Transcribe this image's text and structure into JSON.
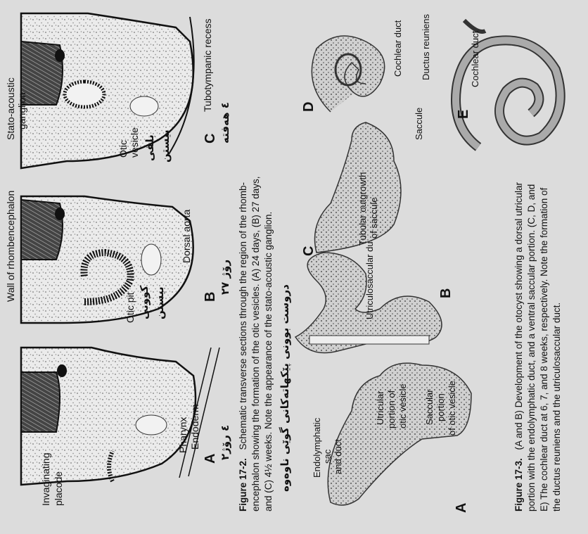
{
  "figure_17_2": {
    "panel_A": {
      "letter": "A",
      "labels": {
        "invaginating": "Invaginating",
        "placode": "placode",
        "pharynx": "Pharynx",
        "endoderm": "Endoderm"
      },
      "note": "۲٤ رۆژ"
    },
    "panel_B": {
      "letter": "B",
      "labels": {
        "wall": "Wall of rhombencephalon",
        "otic_pit": "Otic pit",
        "dorsal_aorta": "Dorsal aorta"
      },
      "kurdish_1": "كوونى",
      "kurdish_2": "بيستن",
      "note": "۲۷ رۆژ"
    },
    "panel_C": {
      "letter": "C",
      "labels": {
        "stato_1": "Stato-acoustic",
        "stato_2": "ganglion",
        "otic": "Otic",
        "vesicle": "vesicle",
        "tubotympanic": "Tubotympanic recess"
      },
      "kurdish_1": "بلقى",
      "kurdish_2": "بيستن",
      "note": "٤ هەفتە"
    },
    "caption": {
      "label": "Figure 17-2.",
      "line1": "Schematic transverse sections through the region of the rhomb-",
      "line2": "encephalon showing the formation of the otic vesicles. (A) 24 days, (B) 27 days,",
      "line3": "and (C) 4½ weeks. Note the appearance of the stato-acoustic ganglion."
    },
    "kurdish_caption": "دروست بوونى پێكهاتەكانى گوێى ناوەوە"
  },
  "figure_17_3": {
    "labels": {
      "endolymphatic_1": "Endolymphatic",
      "endolymphatic_2": "sac",
      "endolymphatic_3": "and duct",
      "utricular_1": "Utricular",
      "utricular_2": "portion of",
      "utricular_3": "otic vesicle",
      "saccular_1": "Saccular",
      "saccular_2": "portion",
      "saccular_3": "of otic vesicle",
      "utriculosaccular": "Utriculosaccular duct",
      "tubular_1": "Tubular outgrowth",
      "tubular_2": "of saccule",
      "saccule": "Saccule",
      "ductus_reuniens": "Ductus reuniens",
      "cochlear_duct_D": "Cochlear duct",
      "cochlear_duct_E": "Cochlear duct"
    },
    "letters": {
      "A": "A",
      "B": "B",
      "C": "C",
      "D": "D",
      "E": "E"
    },
    "caption": {
      "label": "Figure 17-3.",
      "line1": "(A and B) Development of the otocyst showing a dorsal utricular",
      "line2": "portion with the endolymphatic duct, and a ventral saccular portion. (C, D, and",
      "line3": "E) The cochlear duct at 6, 7, and 8 weeks, respectively. Note the formation of",
      "line4": "the ductus reuniens and the utriculosaccular duct."
    }
  }
}
